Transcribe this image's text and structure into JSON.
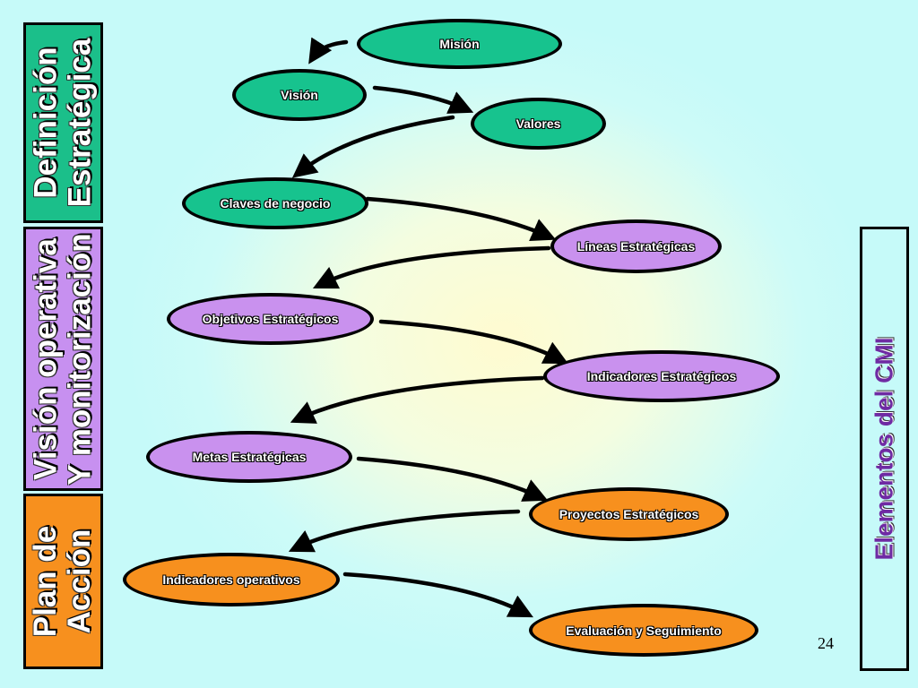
{
  "side_labels": {
    "definicion": [
      "Definición",
      "Estratégica"
    ],
    "vision": [
      "Visión operativa",
      "Y monitorización"
    ],
    "plan": [
      "Plan de",
      "Acción"
    ],
    "elementos": "Elementos del CMI"
  },
  "nodes": {
    "mision": "Misión",
    "vision": "Visión",
    "valores": "Valores",
    "claves": "Claves de negocio",
    "lineas": "Líneas Estratégicas",
    "objetivos": "Objetivos Estratégicos",
    "indicadores_estrategicos": "Indicadores Estratégicos",
    "metas": "Metas Estratégicas",
    "proyectos": "Proyectos Estratégicos",
    "indicadores_operativos": "Indicadores operativos",
    "evaluacion": "Evaluación y Seguimiento"
  },
  "colors": {
    "definicion": "#1bbf8a",
    "vision": "#c790f0",
    "plan": "#f7901e",
    "elementos_text": "#6f2aa3"
  },
  "page_number": "24"
}
